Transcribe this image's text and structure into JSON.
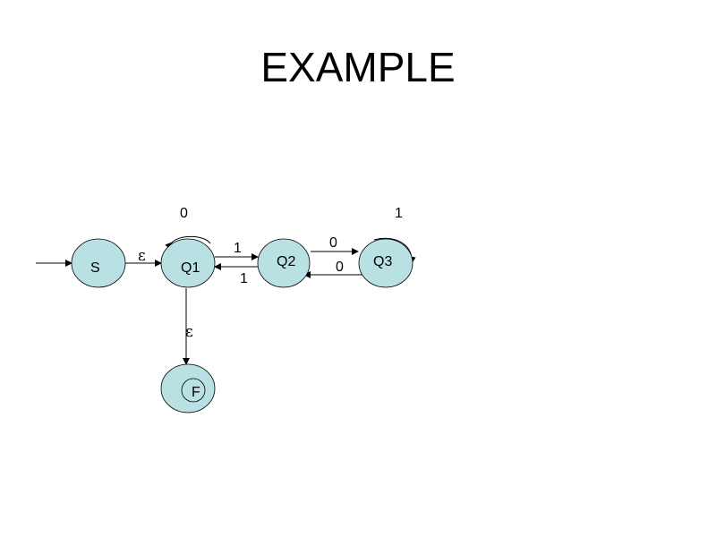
{
  "title": "EXAMPLE",
  "colors": {
    "state_fill": "#b9e0e2",
    "stroke": "#000000",
    "background": "#ffffff"
  },
  "states": {
    "s": "S",
    "q1": "Q1",
    "q2": "Q2",
    "q3": "Q3",
    "f": "F"
  },
  "transitions": {
    "start_to_s": "",
    "s_to_q1": "ε",
    "q1_loop": "0",
    "q1_to_q2": "1",
    "q2_to_q1": "1",
    "q2_to_q3": "0",
    "q3_to_q2": "0",
    "q3_loop": "1",
    "q1_to_f": "ε"
  }
}
